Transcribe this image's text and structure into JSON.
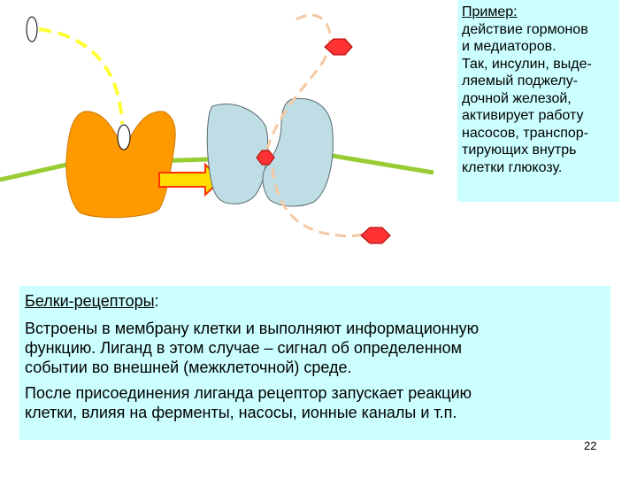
{
  "sidebar": {
    "title": "Пример:",
    "lines": [
      "действие гормонов",
      "и медиаторов.",
      "Так, инсулин, выде-",
      "ляемый поджелу-",
      "дочной железой,",
      "активирует работу",
      "насосов, транспор-",
      "тирующих внутрь",
      "клетки глюкозу."
    ]
  },
  "main": {
    "heading": "Белки-рецепторы",
    "heading_suffix": ":",
    "para1_lines": [
      "Встроены в мембрану клетки и выполняют информационную",
      "функцию. Лиганд в этом случае – сигнал об определенном",
      "событии во внешней (межклеточной) среде."
    ],
    "para2_lines": [
      "После присоединения лиганда рецептор запускает реакцию",
      "клетки, влияя на ферменты, насосы, ионные каналы и т.п."
    ]
  },
  "page_number": "22",
  "colors": {
    "membrane": "#99cc33",
    "receptor_inactive": "#ff9900",
    "receptor_active": "#bfdde4",
    "ligand_path": "#ffff33",
    "hormone": "#ff3333",
    "hormone_path": "#f4c9a3",
    "arrow_fill": "#ffdd00",
    "arrow_stroke": "#ff3300",
    "panel_bg": "#ccffff"
  }
}
